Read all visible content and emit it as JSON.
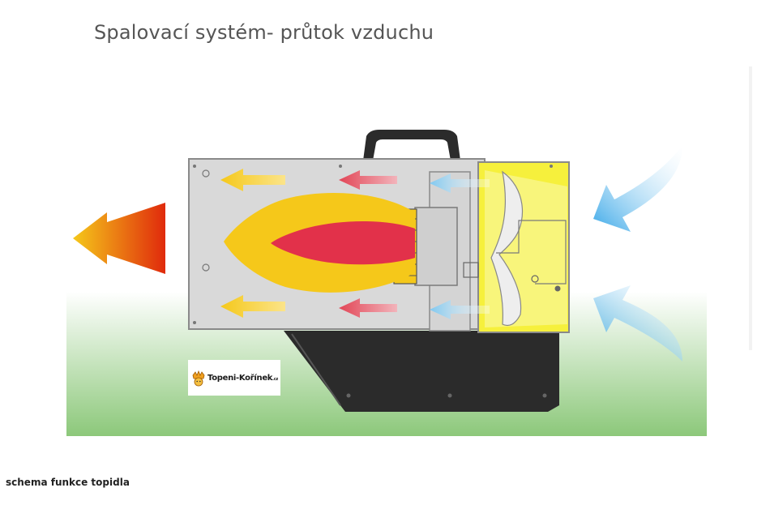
{
  "title": "Spalovací systém- průtok vzduchu",
  "logo": {
    "text": "Topeni-Kořínek",
    "suffix": ".cz"
  },
  "caption": "schema funkce topidla",
  "colors": {
    "ground_top": "#ffffff",
    "ground_bottom": "#8cc87a",
    "heater_body": "#d9d9d9",
    "fan_chamber": "#f6f03c",
    "outline": "#8a8a8a",
    "base": "#2b2b2b",
    "flame_outer": "#f5c81a",
    "flame_inner": "#e2314a",
    "arrow_hot": "#f5c81a",
    "arrow_red": "#e24556",
    "arrow_blue": "#7fc8f0",
    "exhaust_arrow_start": "#f5c81a",
    "exhaust_arrow_end": "#e02a0c",
    "intake_arrow": "#3aa8e8"
  }
}
